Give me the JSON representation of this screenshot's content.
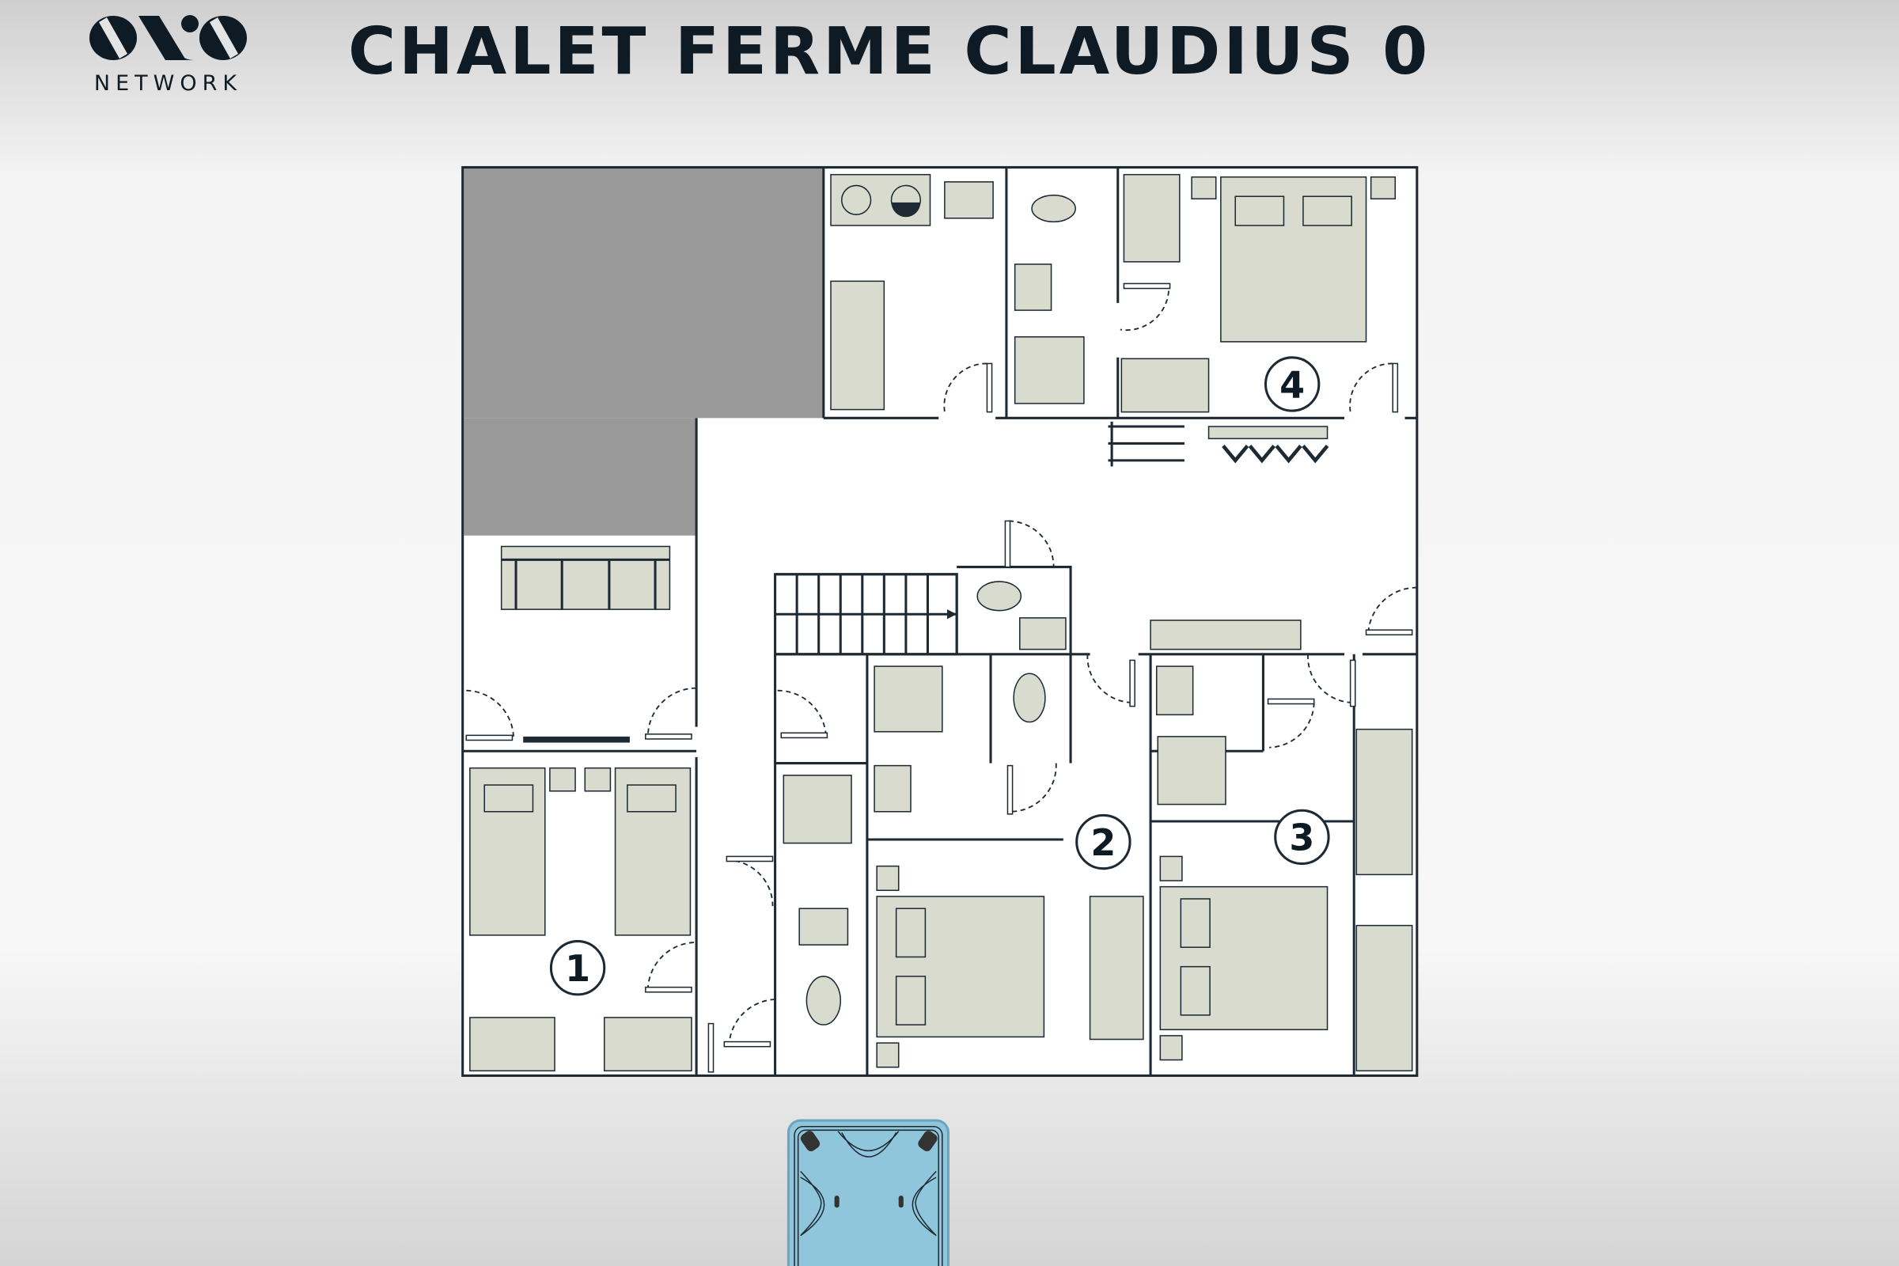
{
  "header": {
    "logo_text": "NETWORK",
    "title": "CHALET FERME CLAUDIUS 0"
  },
  "rooms": [
    {
      "number": "1"
    },
    {
      "number": "2"
    },
    {
      "number": "3"
    },
    {
      "number": "4"
    }
  ],
  "colors": {
    "wall": "#1e2a33",
    "furniture": "#d9dbce",
    "unused_area": "#999999",
    "hot_tub": "#8fc6dc"
  }
}
